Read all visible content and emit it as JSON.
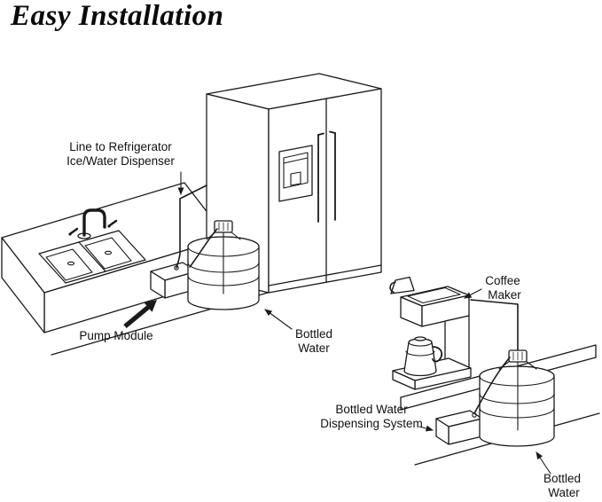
{
  "title": "Easy Installation",
  "colors": {
    "ink": "#1a1a1a",
    "paper": "#ffffff"
  },
  "main_scene": {
    "line_label_1": "Line to Refrigerator",
    "line_label_2": "Ice/Water Dispenser",
    "pump_label": "Pump Module",
    "bottle_label_1": "Bottled",
    "bottle_label_2": "Water"
  },
  "coffee_scene": {
    "coffee_label_1": "Coffee",
    "coffee_label_2": "Maker",
    "system_label_1": "Bottled Water",
    "system_label_2": "Dispensing System",
    "bottle_label_1": "Bottled",
    "bottle_label_2": "Water"
  }
}
